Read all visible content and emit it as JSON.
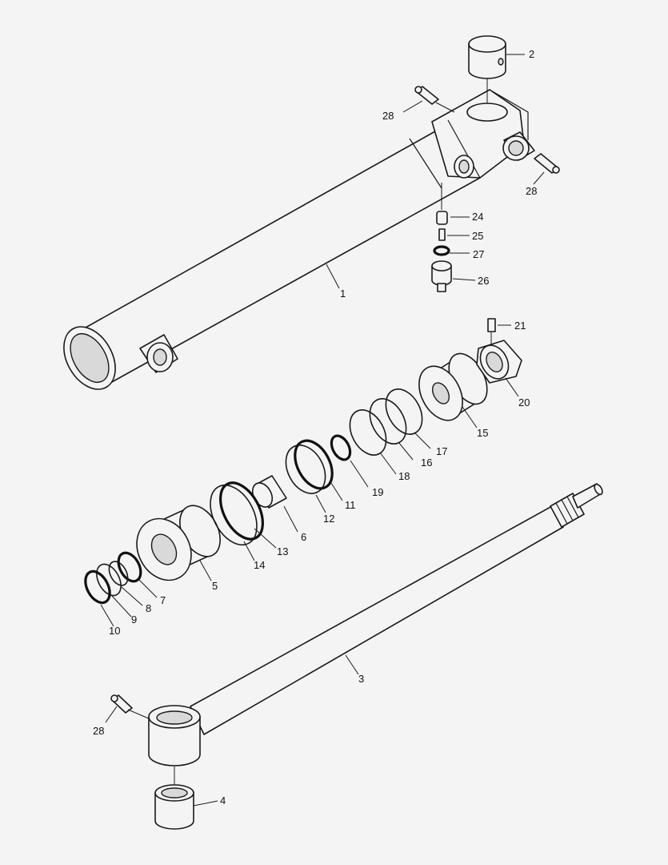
{
  "callouts": [
    {
      "id": "1",
      "text": "1"
    },
    {
      "id": "2",
      "text": "2"
    },
    {
      "id": "3",
      "text": "3"
    },
    {
      "id": "4",
      "text": "4"
    },
    {
      "id": "5",
      "text": "5"
    },
    {
      "id": "6",
      "text": "6"
    },
    {
      "id": "7",
      "text": "7"
    },
    {
      "id": "8",
      "text": "8"
    },
    {
      "id": "9",
      "text": "9"
    },
    {
      "id": "10",
      "text": "10"
    },
    {
      "id": "11",
      "text": "11"
    },
    {
      "id": "12",
      "text": "12"
    },
    {
      "id": "13",
      "text": "13"
    },
    {
      "id": "14",
      "text": "14"
    },
    {
      "id": "15",
      "text": "15"
    },
    {
      "id": "16",
      "text": "16"
    },
    {
      "id": "17",
      "text": "17"
    },
    {
      "id": "18",
      "text": "18"
    },
    {
      "id": "19",
      "text": "19"
    },
    {
      "id": "20",
      "text": "20"
    },
    {
      "id": "21",
      "text": "21"
    },
    {
      "id": "24",
      "text": "24"
    },
    {
      "id": "25",
      "text": "25"
    },
    {
      "id": "26",
      "text": "26"
    },
    {
      "id": "27",
      "text": "27"
    },
    {
      "id": "28a",
      "text": "28"
    },
    {
      "id": "28b",
      "text": "28"
    },
    {
      "id": "28c",
      "text": "28"
    }
  ]
}
